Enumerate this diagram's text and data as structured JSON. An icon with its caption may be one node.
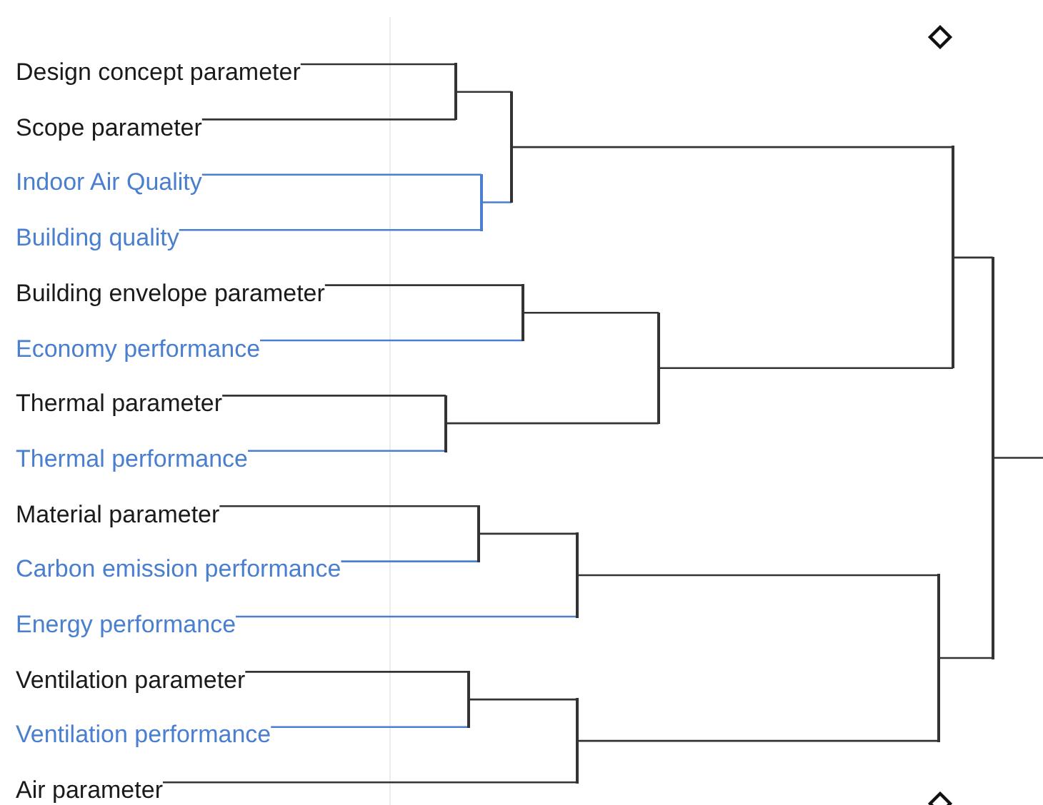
{
  "diagram": {
    "nodes": [
      {
        "text": [
          "Design concept parameter"
        ]
      },
      {
        "text": [
          "Scope parameter"
        ]
      },
      {
        "text": [
          "Indoor Air Quality"
        ]
      },
      {
        "text": [
          "Building quality"
        ]
      },
      {
        "text": [
          "Building envelope parameter"
        ]
      },
      {
        "text": [
          "Economy performance"
        ]
      },
      {
        "text": [
          "Thermal parameter"
        ]
      },
      {
        "text": [
          "Thermal performance"
        ]
      },
      {
        "text": [
          "Material parameter"
        ]
      },
      {
        "text": [
          "Carbon emission performance"
        ]
      },
      {
        "text": [
          "Energy performance"
        ]
      },
      {
        "text": [
          "Ventilation parameter"
        ]
      },
      {
        "text": [
          "Ventilation performance"
        ]
      },
      {
        "text": [
          "Air parameter"
        ]
      },
      {
        "text": [],
        "shape": "bar"
      },
      {
        "text": [],
        "shape": "bar"
      },
      {
        "text": [],
        "shape": "bar"
      },
      {
        "text": [],
        "shape": "bar"
      },
      {
        "text": [],
        "shape": "bar"
      },
      {
        "text": [],
        "shape": "bar"
      },
      {
        "text": [],
        "shape": "bar"
      },
      {
        "text": [],
        "shape": "bar"
      },
      {
        "text": [],
        "shape": "bar"
      },
      {
        "text": [],
        "shape": "bar"
      },
      {
        "text": [],
        "shape": "bar"
      },
      {
        "text": [],
        "shape": "bar"
      },
      {
        "text": [],
        "shape": "bar"
      }
    ],
    "edges": [
      {
        "from": 0,
        "to": 14,
        "arrow": "none"
      },
      {
        "from": 1,
        "to": 14,
        "arrow": "none"
      },
      {
        "from": 2,
        "to": 15,
        "arrow": "none",
        "color": "#4a7fd0"
      },
      {
        "from": 3,
        "to": 15,
        "arrow": "none",
        "color": "#4a7fd0"
      },
      {
        "from": 14,
        "to": 16,
        "arrow": "none"
      },
      {
        "from": 15,
        "to": 16,
        "arrow": "none",
        "color": "#4a7fd0"
      },
      {
        "from": 4,
        "to": 17,
        "arrow": "none"
      },
      {
        "from": 5,
        "to": 17,
        "arrow": "none",
        "color": "#4a7fd0"
      },
      {
        "from": 6,
        "to": 18,
        "arrow": "none"
      },
      {
        "from": 7,
        "to": 18,
        "arrow": "none",
        "color": "#4a7fd0"
      },
      {
        "from": 17,
        "to": 19,
        "arrow": "none"
      },
      {
        "from": 18,
        "to": 19,
        "arrow": "none"
      },
      {
        "from": 16,
        "to": 20,
        "arrow": "none"
      },
      {
        "from": 19,
        "to": 20,
        "arrow": "none"
      },
      {
        "from": 8,
        "to": 21,
        "arrow": "none"
      },
      {
        "from": 9,
        "to": 21,
        "arrow": "none",
        "color": "#4a7fd0"
      },
      {
        "from": 21,
        "to": 22,
        "arrow": "none"
      },
      {
        "from": 10,
        "to": 22,
        "arrow": "none",
        "color": "#4a7fd0"
      },
      {
        "from": 11,
        "to": 23,
        "arrow": "none"
      },
      {
        "from": 12,
        "to": 23,
        "arrow": "none",
        "color": "#4a7fd0"
      },
      {
        "from": 23,
        "to": 24,
        "arrow": "none"
      },
      {
        "from": 13,
        "to": 24,
        "arrow": "none"
      },
      {
        "from": 22,
        "to": 25,
        "arrow": "none"
      },
      {
        "from": 24,
        "to": 25,
        "arrow": "none"
      },
      {
        "from": 20,
        "to": 26,
        "arrow": "none"
      },
      {
        "from": 25,
        "to": 26,
        "arrow": "none"
      },
      {
        "from": 26,
        "to": null,
        "arrow": "none"
      }
    ]
  }
}
